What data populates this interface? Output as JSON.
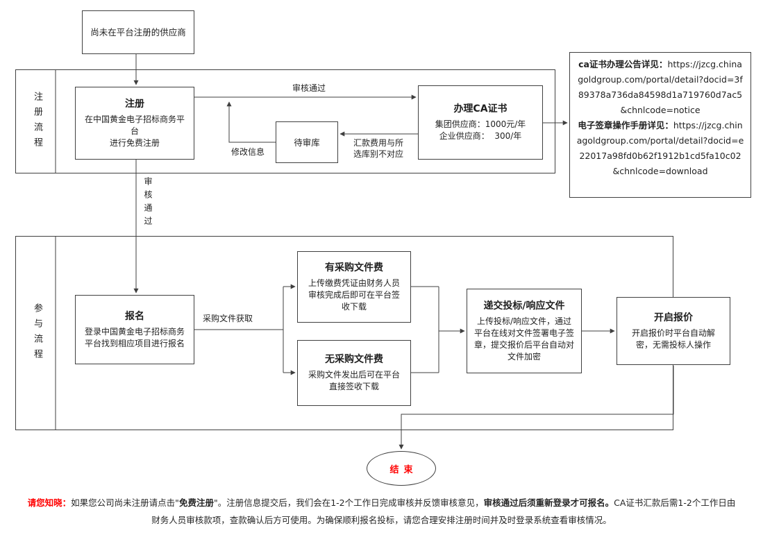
{
  "colors": {
    "accent_red": "#ff0000",
    "line": "#3f3f3f",
    "background": "#ffffff"
  },
  "start": {
    "label": "尚未在平台注册的供应商"
  },
  "lanes": {
    "registration": "注册流程",
    "participation": "参与流程"
  },
  "nodes": {
    "register": {
      "title": "注册",
      "desc": "在中国黄金电子招标商务平台\n进行免费注册"
    },
    "pending": {
      "title": "待审库"
    },
    "ca": {
      "title": "办理CA证书",
      "desc": "集团供应商：1000元/年\n企业供应商：  300/年"
    },
    "signup": {
      "title": "报名",
      "desc": "登录中国黄金电子招标商务平台找到相应项目进行报名"
    },
    "fee": {
      "title": "有采购文件费",
      "desc": "上传缴费凭证由财务人员审核完成后即可在平台签收下载"
    },
    "nofee": {
      "title": "无采购文件费",
      "desc": "采购文件发出后可在平台直接签收下载"
    },
    "submit": {
      "title": "递交投标/响应文件",
      "desc": "上传投标/响应文件，通过平台在线对文件签署电子签章，提交报价后平台自动对文件加密"
    },
    "open_quote": {
      "title": "开启报价",
      "desc": "开启报价时平台自动解密，无需投标人操作"
    },
    "end": {
      "label": "结束"
    }
  },
  "info_box": {
    "item1_title": "ca证书办理公告详见：",
    "item1_url": "https://jzcg.chinagoldgroup.com/portal/detail?docid=3f89378a736da84598d1a719760d7ac5&chnlcode=notice",
    "item2_title": "电子签章操作手册详见：",
    "item2_url": "https://jzcg.chinagoldgroup.com/portal/detail?docid=e22017a98fd0b62f1912b1cd5fa10c02&chnlcode=download"
  },
  "edge_labels": {
    "approved_top": "审核通过",
    "remit_mismatch": "汇款费用与所\n选库别不对应",
    "modify_info": "修改信息",
    "approved_down": "审核通过",
    "doc_fetch": "采购文件获取"
  },
  "notice": {
    "prefix": "请您知晓：",
    "seg1": "如果您公司尚未注册请点击\"",
    "bold1": "免费注册",
    "seg2": "\"。注册信息提交后，我们会在1-2个工作日完成审核并反馈审核意见，",
    "bold2": "审核通过后须重新登录才可报名。",
    "seg3": "CA证书汇款后需1-2个工作日由财务人员审核款项，查款确认后方可使用。为确保顺利报名投标，请您合理安排注册时间并及时登录系统查看审核情况。"
  }
}
